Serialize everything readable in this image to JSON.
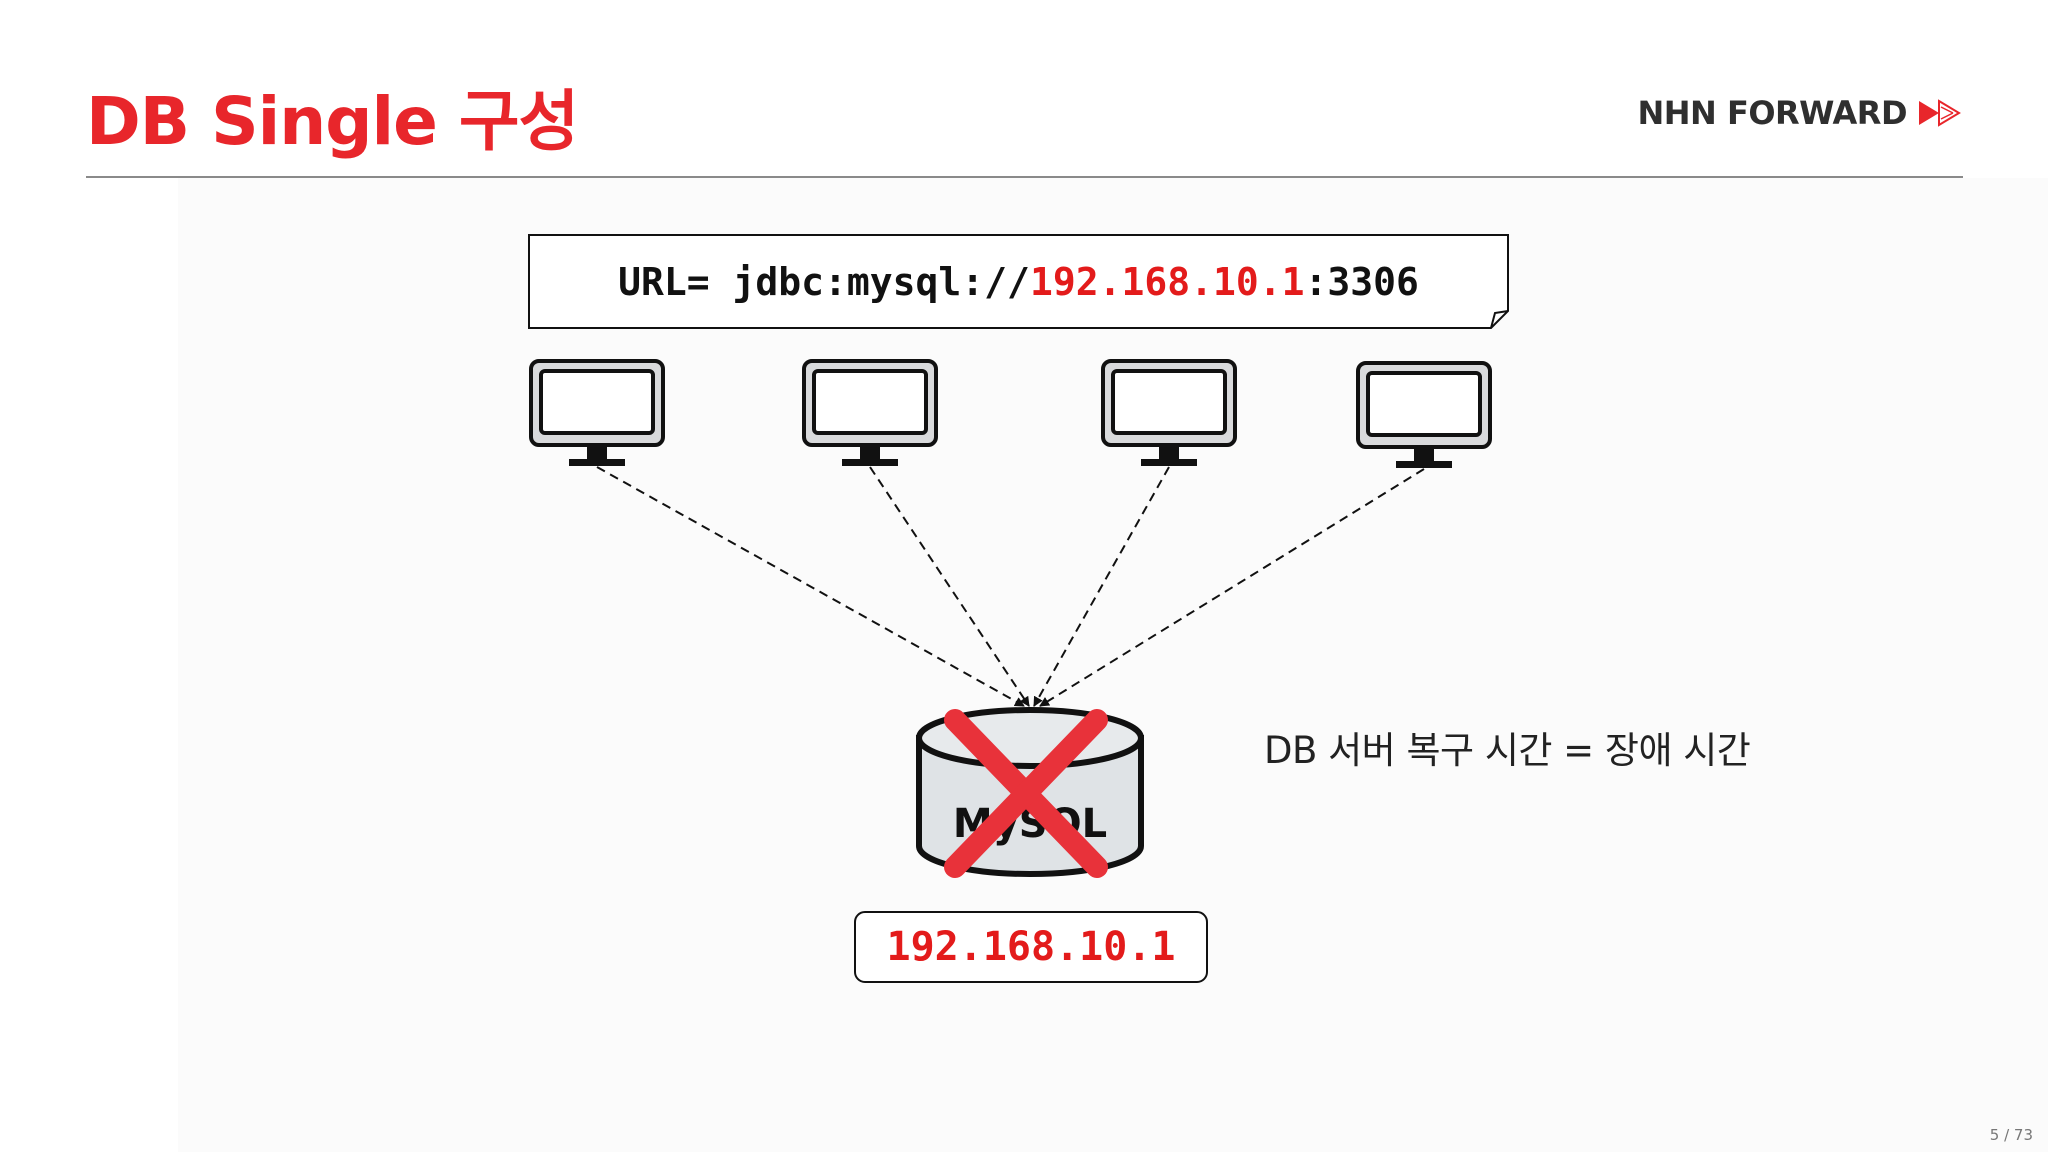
{
  "slide": {
    "title": "DB Single 구성",
    "brand": "NHN FORWARD",
    "page": "5 / 73"
  },
  "diagram": {
    "connection": {
      "prefix": "URL= jdbc:mysql://",
      "ip": "192.168.10.1",
      "suffix": ":3306"
    },
    "clients": [
      "computer-icon",
      "computer-icon",
      "computer-icon",
      "computer-icon"
    ],
    "database": {
      "icon": "mysql-database-icon",
      "logo_text": "MySQL",
      "status": "failed",
      "ip": "192.168.10.1"
    },
    "note": "DB 서버 복구 시간 = 장애 시간"
  },
  "colors": {
    "accent": "#e8262b",
    "ip_text": "#e31b1b",
    "fail_mark": "#e8323a",
    "db_body": "#dfe3e6",
    "text": "#222222"
  }
}
